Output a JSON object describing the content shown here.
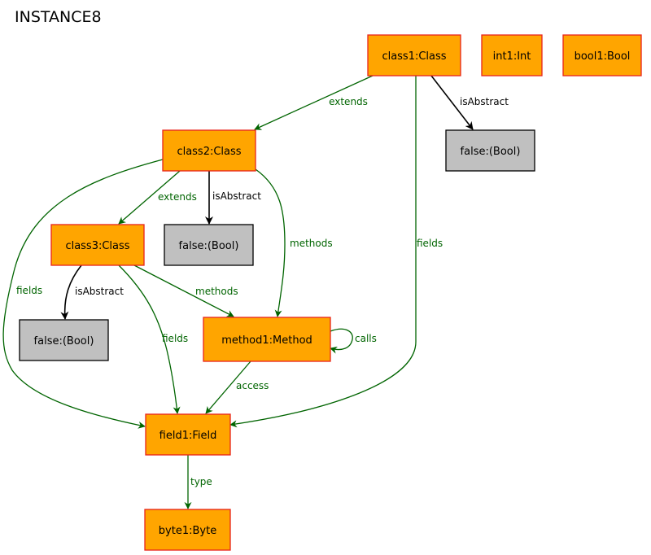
{
  "title": "INSTANCE8",
  "colors": {
    "object_fill": "#FFA500",
    "object_stroke": "#E8231B",
    "value_fill": "#C0C0C0",
    "value_stroke": "#000000",
    "edge_green": "#006400",
    "edge_black": "#000000"
  },
  "nodes": [
    {
      "id": "class1",
      "label": "class1:Class",
      "kind": "object"
    },
    {
      "id": "int1",
      "label": "int1:Int",
      "kind": "object"
    },
    {
      "id": "bool1",
      "label": "bool1:Bool",
      "kind": "object"
    },
    {
      "id": "falseA",
      "label": "false:(Bool)",
      "kind": "value"
    },
    {
      "id": "class2",
      "label": "class2:Class",
      "kind": "object"
    },
    {
      "id": "falseB",
      "label": "false:(Bool)",
      "kind": "value"
    },
    {
      "id": "class3",
      "label": "class3:Class",
      "kind": "object"
    },
    {
      "id": "falseC",
      "label": "false:(Bool)",
      "kind": "value"
    },
    {
      "id": "method1",
      "label": "method1:Method",
      "kind": "object"
    },
    {
      "id": "field1",
      "label": "field1:Field",
      "kind": "object"
    },
    {
      "id": "byte1",
      "label": "byte1:Byte",
      "kind": "object"
    }
  ],
  "edges": [
    {
      "id": "e1",
      "from": "class1",
      "to": "class2",
      "label": "extends",
      "color": "green"
    },
    {
      "id": "e2",
      "from": "class1",
      "to": "falseA",
      "label": "isAbstract",
      "color": "black"
    },
    {
      "id": "e3",
      "from": "class1",
      "to": "field1",
      "label": "fields",
      "color": "green"
    },
    {
      "id": "e4",
      "from": "class2",
      "to": "class3",
      "label": "extends",
      "color": "green"
    },
    {
      "id": "e5",
      "from": "class2",
      "to": "falseB",
      "label": "isAbstract",
      "color": "black"
    },
    {
      "id": "e6",
      "from": "class2",
      "to": "method1",
      "label": "methods",
      "color": "green"
    },
    {
      "id": "e7",
      "from": "class2",
      "to": "field1",
      "label": "fields",
      "color": "green"
    },
    {
      "id": "e8",
      "from": "class3",
      "to": "falseC",
      "label": "isAbstract",
      "color": "black"
    },
    {
      "id": "e9",
      "from": "class3",
      "to": "method1",
      "label": "methods",
      "color": "green"
    },
    {
      "id": "e10",
      "from": "class3",
      "to": "field1",
      "label": "fields",
      "color": "green"
    },
    {
      "id": "e11",
      "from": "method1",
      "to": "method1",
      "label": "calls",
      "color": "green"
    },
    {
      "id": "e12",
      "from": "method1",
      "to": "field1",
      "label": "access",
      "color": "green"
    },
    {
      "id": "e13",
      "from": "field1",
      "to": "byte1",
      "label": "type",
      "color": "green"
    }
  ]
}
